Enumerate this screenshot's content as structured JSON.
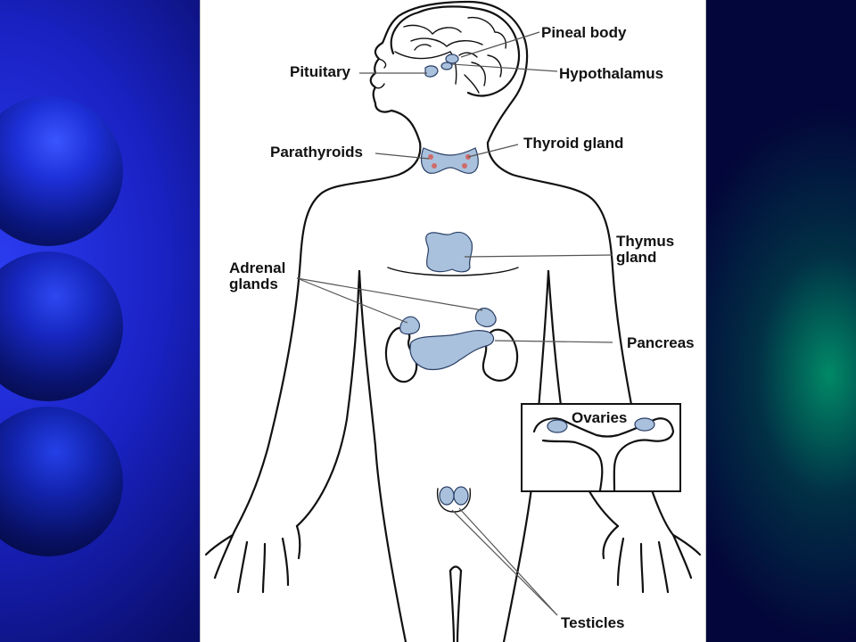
{
  "labels": {
    "pineal_body": "Pineal body",
    "pituitary": "Pituitary",
    "hypothalamus": "Hypothalamus",
    "parathyroids": "Parathyroids",
    "thyroid_gland": "Thyroid gland",
    "thymus_line1": "Thymus",
    "thymus_line2": "gland",
    "adrenal_line1": "Adrenal",
    "adrenal_line2": "glands",
    "pancreas": "Pancreas",
    "ovaries": "Ovaries",
    "testicles": "Testicles"
  },
  "colors": {
    "gland_fill": "#a9c1dc",
    "background_blue": "#1a22c4",
    "background_green": "#00a06e"
  }
}
